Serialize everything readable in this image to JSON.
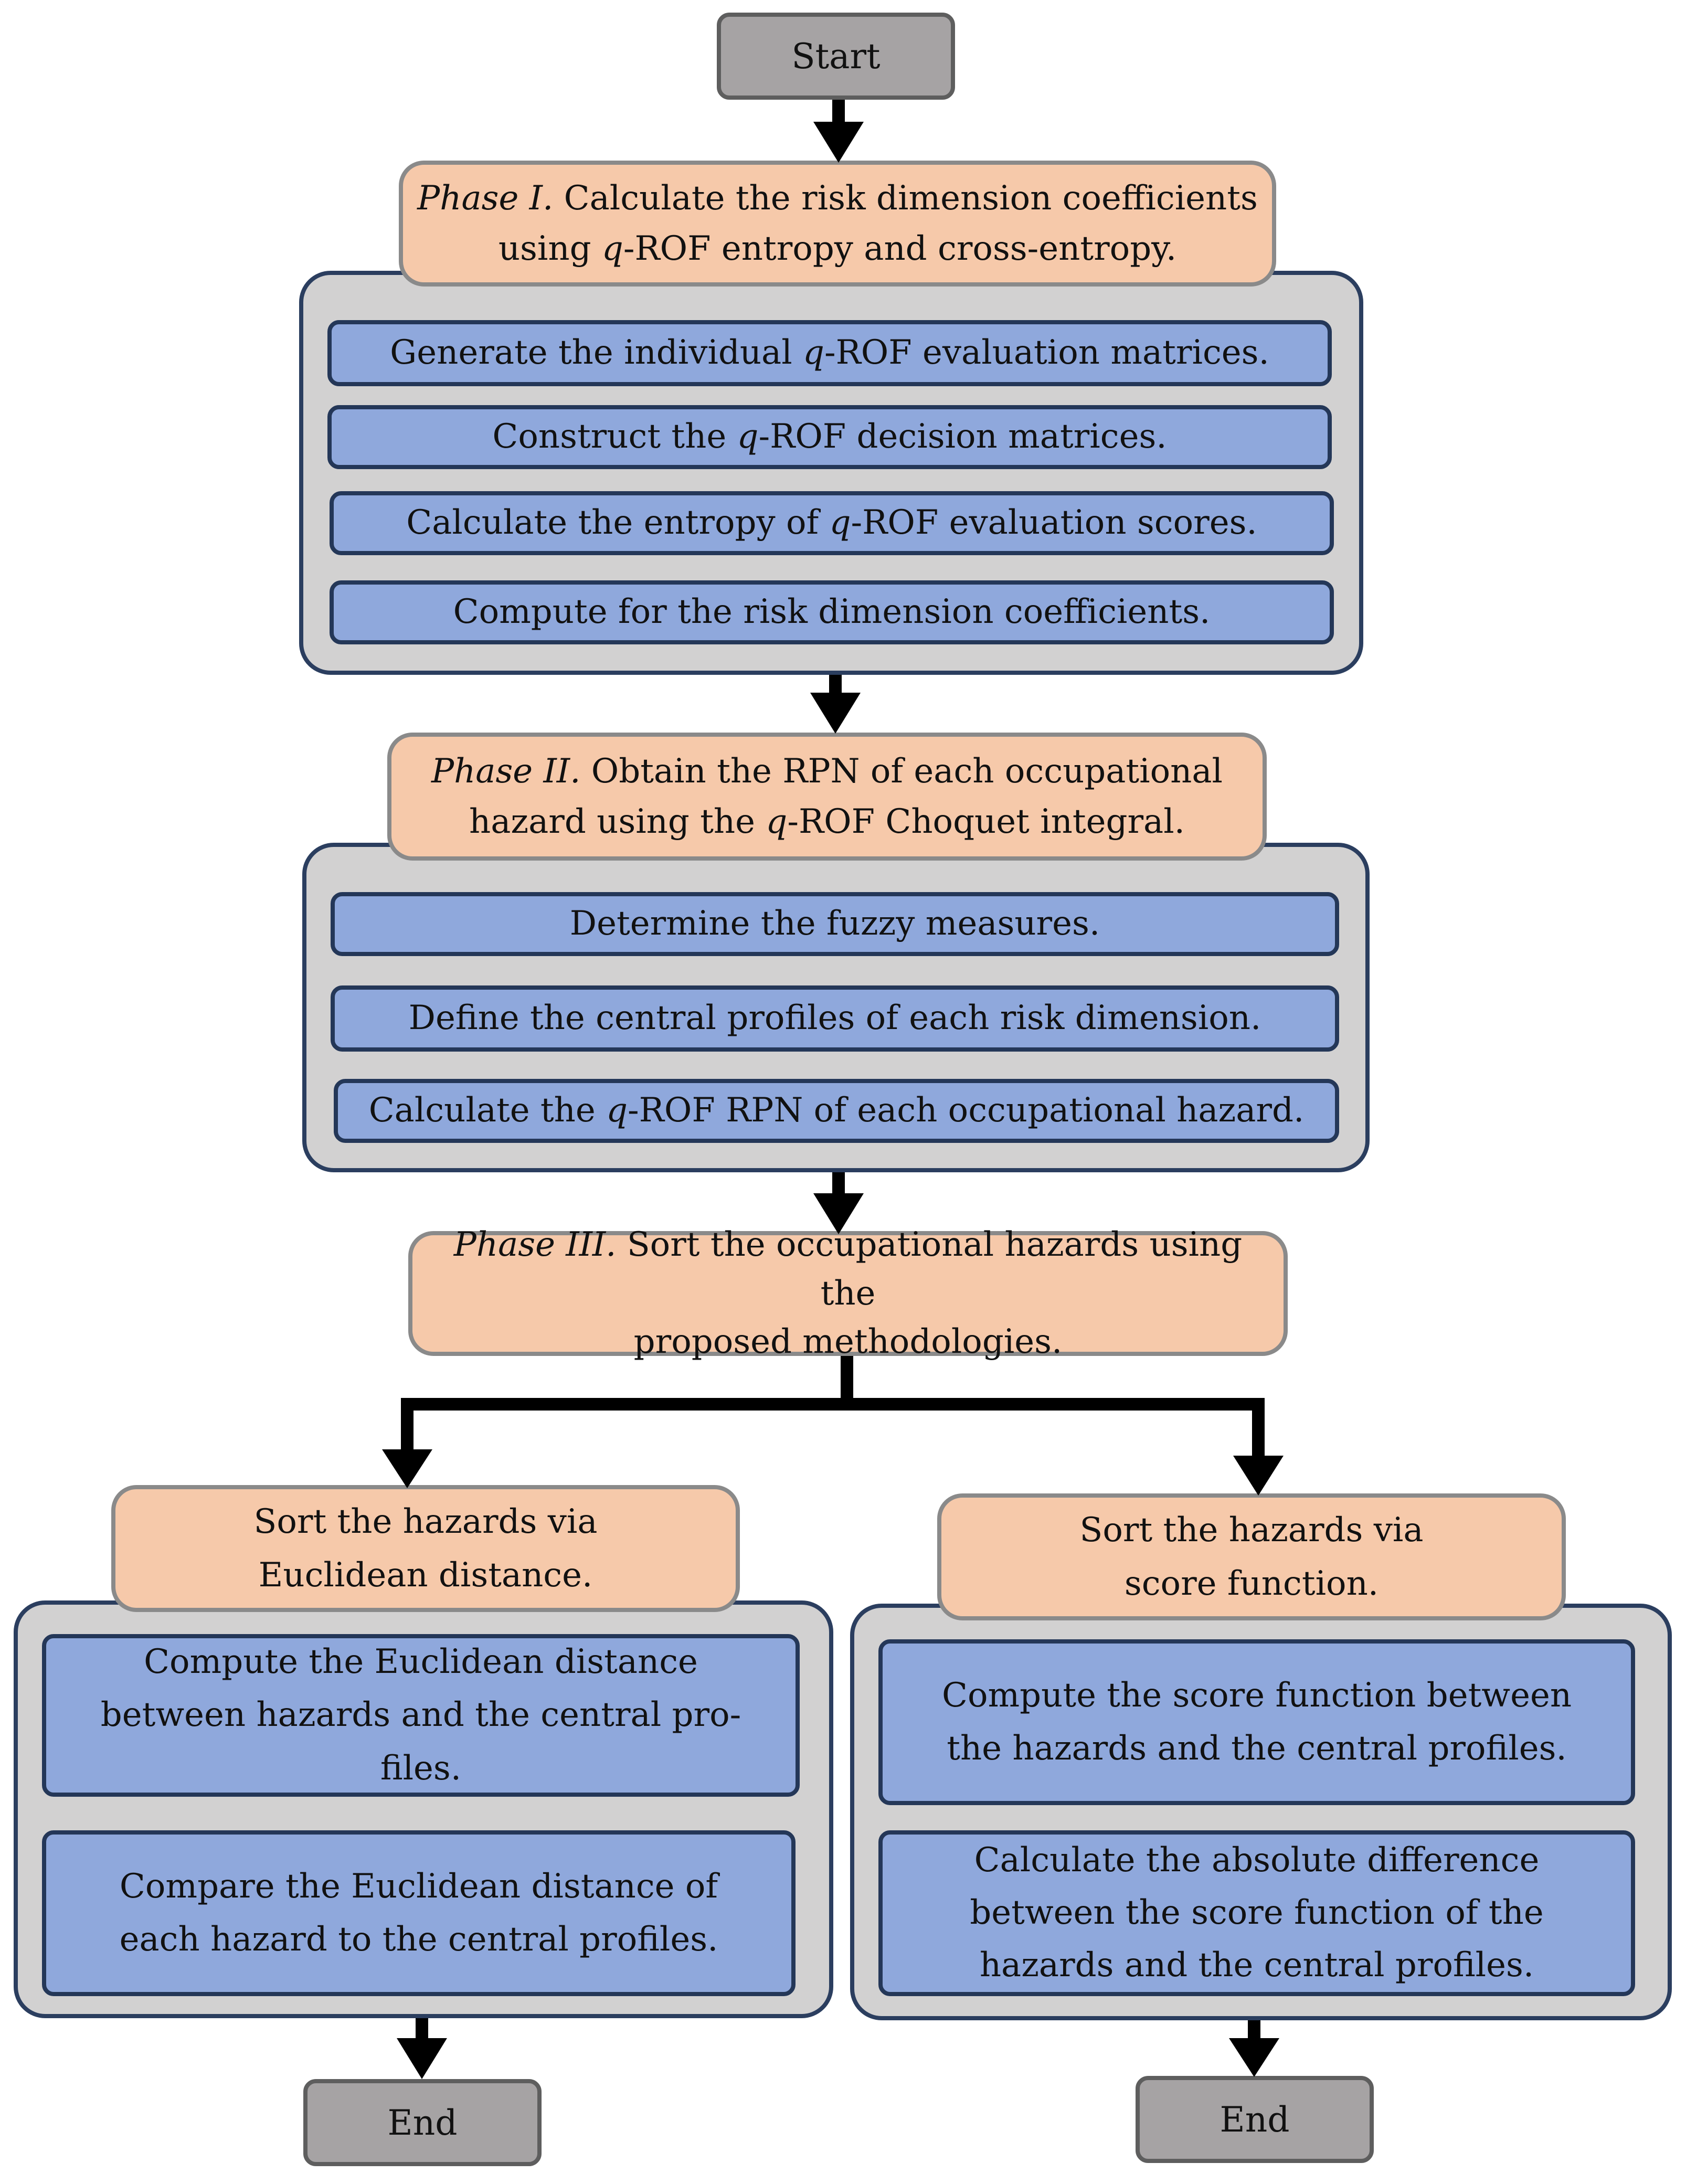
{
  "start": "Start",
  "end_left": "End",
  "end_right": "End",
  "phase1": {
    "label": "Phase I.",
    "title_a": " Calculate the risk dimension coefficients",
    "title_b": "using ",
    "q": "q",
    "title_c": "-ROF entropy and cross-entropy.",
    "steps": {
      "s1_pre": "Generate the individual ",
      "s1_q": "q",
      "s1_post": "-ROF evaluation matrices.",
      "s2_pre": "Construct the ",
      "s2_q": "q",
      "s2_post": "-ROF decision matrices.",
      "s3_pre": "Calculate the entropy of ",
      "s3_q": "q",
      "s3_post": "-ROF evaluation scores.",
      "s4": "Compute for the risk dimension coefficients."
    }
  },
  "phase2": {
    "label": "Phase II.",
    "title_a": " Obtain the RPN of each occupational",
    "title_b": "hazard using the ",
    "q": "q",
    "title_c": "-ROF Choquet integral.",
    "steps": {
      "s1": "Determine the fuzzy measures.",
      "s2": "Define the central profiles of each risk dimension.",
      "s3_pre": "Calculate the ",
      "s3_q": "q",
      "s3_post": "-ROF RPN of each occupational hazard."
    }
  },
  "phase3": {
    "label": "Phase III.",
    "title_a": " Sort the occupational hazards using the",
    "title_b": "proposed methodologies."
  },
  "left_branch": {
    "title": "Sort the hazards via Euclidean distance.",
    "step1": "Compute the Euclidean distance between hazards and the central pro-files.",
    "step2": "Compare the Euclidean distance of each hazard to the central profiles."
  },
  "right_branch": {
    "title": "Sort the hazards via score function.",
    "step1": "Compute the score function between the hazards and the central profiles.",
    "step2": "Calculate the absolute difference between the score function of the hazards and the central profiles."
  }
}
